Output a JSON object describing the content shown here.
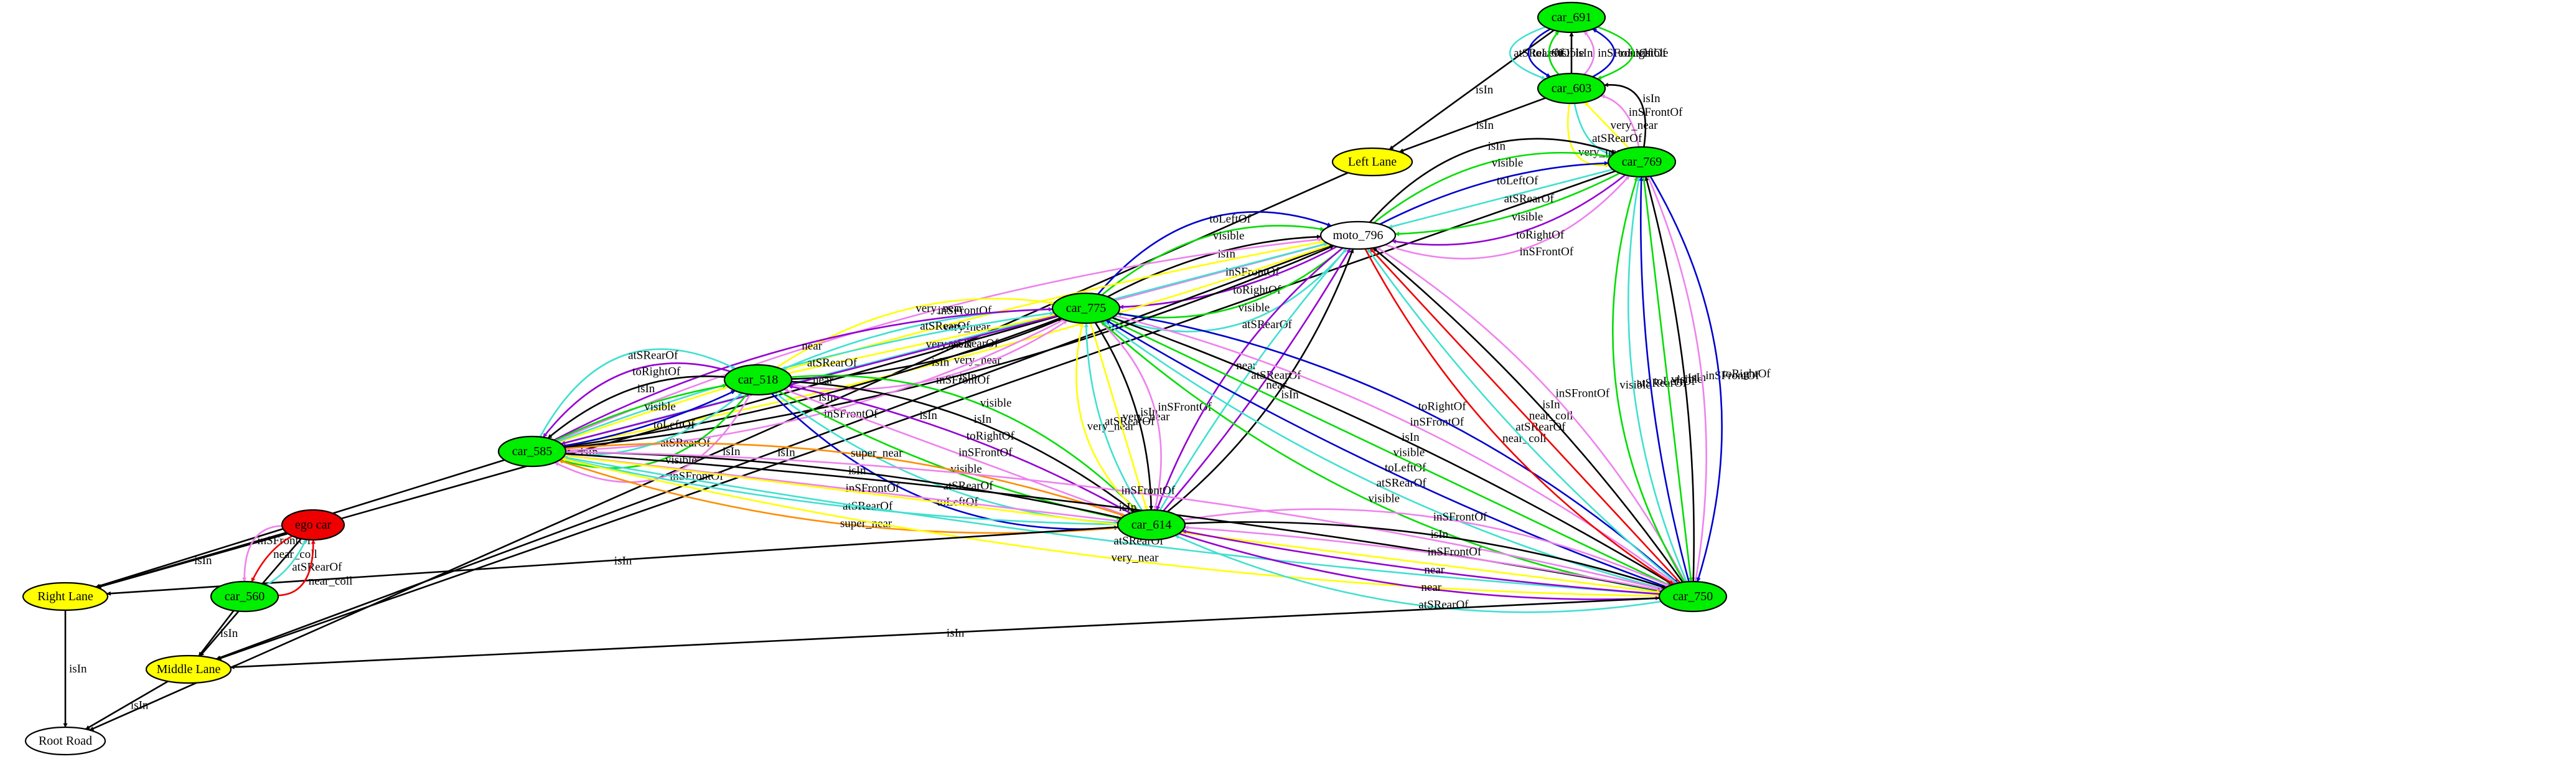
{
  "graph": {
    "nodes": [
      {
        "id": "car_691",
        "label": "car_691",
        "fill": "#00ee00"
      },
      {
        "id": "car_603",
        "label": "car_603",
        "fill": "#00ee00"
      },
      {
        "id": "left_lane",
        "label": "Left Lane",
        "fill": "#ffff00"
      },
      {
        "id": "car_769",
        "label": "car_769",
        "fill": "#00ee00"
      },
      {
        "id": "moto_796",
        "label": "moto_796",
        "fill": "#ffffff"
      },
      {
        "id": "car_775",
        "label": "car_775",
        "fill": "#00ee00"
      },
      {
        "id": "car_518",
        "label": "car_518",
        "fill": "#00ee00"
      },
      {
        "id": "car_585",
        "label": "car_585",
        "fill": "#00ee00"
      },
      {
        "id": "ego_car",
        "label": "ego car",
        "fill": "#ee0000"
      },
      {
        "id": "car_614",
        "label": "car_614",
        "fill": "#00ee00"
      },
      {
        "id": "car_750",
        "label": "car_750",
        "fill": "#00ee00"
      },
      {
        "id": "right_lane",
        "label": "Right Lane",
        "fill": "#ffff00"
      },
      {
        "id": "car_560",
        "label": "car_560",
        "fill": "#00ee00"
      },
      {
        "id": "middle_lane",
        "label": "Middle Lane",
        "fill": "#ffff00"
      },
      {
        "id": "root_road",
        "label": "Root Road",
        "fill": "#ffffff"
      }
    ],
    "edges": [
      {
        "from": "car_691",
        "to": "left_lane",
        "label": "isIn",
        "color": "#000000"
      },
      {
        "from": "car_691",
        "to": "car_603",
        "label": "atSRearOf",
        "color": "#40e0d0"
      },
      {
        "from": "car_691",
        "to": "car_603",
        "label": "toLeftOf",
        "color": "#0000cd"
      },
      {
        "from": "car_603",
        "to": "car_691",
        "label": "visible",
        "color": "#00dd00"
      },
      {
        "from": "car_603",
        "to": "car_691",
        "label": "isIn",
        "color": "#000000"
      },
      {
        "from": "car_603",
        "to": "car_691",
        "label": "inSFrontOf",
        "color": "#ee82ee"
      },
      {
        "from": "car_603",
        "to": "car_691",
        "label": "toRightOf",
        "color": "#0000cd"
      },
      {
        "from": "car_691",
        "to": "car_603",
        "label": "visible",
        "color": "#00dd00"
      },
      {
        "from": "car_603",
        "to": "left_lane",
        "label": "isIn",
        "color": "#000000"
      },
      {
        "from": "car_769",
        "to": "car_603",
        "label": "isIn",
        "color": "#000000"
      },
      {
        "from": "car_769",
        "to": "car_603",
        "label": "inSFrontOf",
        "color": "#ee82ee"
      },
      {
        "from": "car_769",
        "to": "car_603",
        "label": "very_near",
        "color": "#ffff00"
      },
      {
        "from": "car_603",
        "to": "car_769",
        "label": "atSRearOf",
        "color": "#40e0d0"
      },
      {
        "from": "car_603",
        "to": "car_769",
        "label": "very_near",
        "color": "#ffff00"
      },
      {
        "from": "left_lane",
        "to": "root_road",
        "label": "isIn",
        "color": "#000000"
      },
      {
        "from": "car_769",
        "to": "middle_lane",
        "label": "isIn",
        "color": "#000000"
      },
      {
        "from": "moto_796",
        "to": "car_769",
        "label": "inSFrontOf",
        "color": "#ee82ee"
      },
      {
        "from": "car_769",
        "to": "moto_796",
        "label": "toRightOf",
        "color": "#9400d3"
      },
      {
        "from": "car_769",
        "to": "moto_796",
        "label": "visible",
        "color": "#00dd00"
      },
      {
        "from": "car_769",
        "to": "moto_796",
        "label": "atSRearOf",
        "color": "#40e0d0"
      },
      {
        "from": "moto_796",
        "to": "car_769",
        "label": "toLeftOf",
        "color": "#0000cd"
      },
      {
        "from": "moto_796",
        "to": "car_769",
        "label": "visible",
        "color": "#00dd00"
      },
      {
        "from": "moto_796",
        "to": "car_769",
        "label": "isIn",
        "color": "#000000"
      },
      {
        "from": "car_775",
        "to": "moto_796",
        "label": "toLeftOf",
        "color": "#0000cd"
      },
      {
        "from": "car_775",
        "to": "moto_796",
        "label": "visible",
        "color": "#00dd00"
      },
      {
        "from": "car_775",
        "to": "moto_796",
        "label": "isIn",
        "color": "#000000"
      },
      {
        "from": "car_775",
        "to": "moto_796",
        "label": "inSFrontOf",
        "color": "#ee82ee"
      },
      {
        "from": "moto_796",
        "to": "car_775",
        "label": "toRightOf",
        "color": "#9400d3"
      },
      {
        "from": "moto_796",
        "to": "car_775",
        "label": "visible",
        "color": "#00dd00"
      },
      {
        "from": "moto_796",
        "to": "car_775",
        "label": "atSRearOf",
        "color": "#40e0d0"
      },
      {
        "from": "moto_796",
        "to": "middle_lane",
        "label": "isIn",
        "color": "#000000"
      },
      {
        "from": "car_585",
        "to": "moto_796",
        "label": "inSFrontOf",
        "color": "#ee82ee"
      },
      {
        "from": "car_585",
        "to": "moto_796",
        "label": "very_near",
        "color": "#ffff00"
      },
      {
        "from": "car_585",
        "to": "moto_796",
        "label": "atSRearOf",
        "color": "#40e0d0"
      },
      {
        "from": "moto_796",
        "to": "car_585",
        "label": "very_near",
        "color": "#ffff00"
      },
      {
        "from": "car_585",
        "to": "moto_796",
        "label": "isIn",
        "color": "#000000"
      },
      {
        "from": "car_775",
        "to": "right_lane",
        "label": "isIn",
        "color": "#000000"
      },
      {
        "from": "car_518",
        "to": "car_775",
        "label": "very_near",
        "color": "#ffff00"
      },
      {
        "from": "car_775",
        "to": "car_518",
        "label": "atSRearOf",
        "color": "#40e0d0"
      },
      {
        "from": "car_518",
        "to": "car_775",
        "label": "very_near",
        "color": "#ffff00"
      },
      {
        "from": "car_518",
        "to": "car_775",
        "label": "isIn",
        "color": "#000000"
      },
      {
        "from": "car_518",
        "to": "car_775",
        "label": "inSFrontOf",
        "color": "#ee82ee"
      },
      {
        "from": "car_585",
        "to": "car_775",
        "label": "near",
        "color": "#9400d3"
      },
      {
        "from": "car_585",
        "to": "car_775",
        "label": "atSRearOf",
        "color": "#40e0d0"
      },
      {
        "from": "car_775",
        "to": "car_585",
        "label": "near",
        "color": "#9400d3"
      },
      {
        "from": "car_775",
        "to": "car_585",
        "label": "isIn",
        "color": "#000000"
      },
      {
        "from": "car_775",
        "to": "car_585",
        "label": "inSFrontOf",
        "color": "#ee82ee"
      },
      {
        "from": "car_518",
        "to": "car_585",
        "label": "inSFrontOf",
        "color": "#ee82ee"
      },
      {
        "from": "car_518",
        "to": "car_585",
        "label": "visible",
        "color": "#00dd00"
      },
      {
        "from": "car_585",
        "to": "car_518",
        "label": "atSRearOf",
        "color": "#40e0d0"
      },
      {
        "from": "car_585",
        "to": "car_518",
        "label": "toLeftOf",
        "color": "#0000cd"
      },
      {
        "from": "car_585",
        "to": "car_518",
        "label": "visible",
        "color": "#00dd00"
      },
      {
        "from": "car_518",
        "to": "car_585",
        "label": "isIn",
        "color": "#000000"
      },
      {
        "from": "car_518",
        "to": "car_585",
        "label": "toRightOf",
        "color": "#9400d3"
      },
      {
        "from": "car_585",
        "to": "car_518",
        "label": "atSRearOf",
        "color": "#40e0d0"
      },
      {
        "from": "car_518",
        "to": "car_614",
        "label": "visible",
        "color": "#00dd00"
      },
      {
        "from": "car_518",
        "to": "car_614",
        "label": "isIn",
        "color": "#000000"
      },
      {
        "from": "car_614",
        "to": "car_518",
        "label": "toRightOf",
        "color": "#9400d3"
      },
      {
        "from": "car_614",
        "to": "car_518",
        "label": "inSFrontOf",
        "color": "#ee82ee"
      },
      {
        "from": "car_518",
        "to": "car_614",
        "label": "visible",
        "color": "#00dd00"
      },
      {
        "from": "car_518",
        "to": "car_614",
        "label": "atSRearOf",
        "color": "#40e0d0"
      },
      {
        "from": "car_518",
        "to": "car_614",
        "label": "toLeftOf",
        "color": "#0000cd"
      },
      {
        "from": "car_614",
        "to": "car_775",
        "label": "very_near",
        "color": "#ffff00"
      },
      {
        "from": "car_614",
        "to": "car_775",
        "label": "atSRearOf",
        "color": "#40e0d0"
      },
      {
        "from": "car_775",
        "to": "car_614",
        "label": "very_near",
        "color": "#ffff00"
      },
      {
        "from": "car_775",
        "to": "car_614",
        "label": "isIn",
        "color": "#000000"
      },
      {
        "from": "car_775",
        "to": "car_614",
        "label": "inSFrontOf",
        "color": "#ee82ee"
      },
      {
        "from": "moto_796",
        "to": "car_614",
        "label": "near",
        "color": "#9400d3"
      },
      {
        "from": "car_614",
        "to": "moto_796",
        "label": "atSRearOf",
        "color": "#40e0d0"
      },
      {
        "from": "car_614",
        "to": "moto_796",
        "label": "near",
        "color": "#9400d3"
      },
      {
        "from": "car_614",
        "to": "moto_796",
        "label": "isIn",
        "color": "#000000"
      },
      {
        "from": "car_750",
        "to": "car_775",
        "label": "visible",
        "color": "#00dd00"
      },
      {
        "from": "car_750",
        "to": "car_775",
        "label": "atSRearOf",
        "color": "#40e0d0"
      },
      {
        "from": "car_750",
        "to": "car_775",
        "label": "toLeftOf",
        "color": "#0000cd"
      },
      {
        "from": "car_775",
        "to": "car_750",
        "label": "visible",
        "color": "#00dd00"
      },
      {
        "from": "car_775",
        "to": "car_750",
        "label": "isIn",
        "color": "#000000"
      },
      {
        "from": "car_775",
        "to": "car_750",
        "label": "inSFrontOf",
        "color": "#ee82ee"
      },
      {
        "from": "car_775",
        "to": "car_750",
        "label": "toRightOf",
        "color": "#0000cd"
      },
      {
        "from": "car_614",
        "to": "car_750",
        "label": "inSFrontOf",
        "color": "#ee82ee"
      },
      {
        "from": "moto_796",
        "to": "car_750",
        "label": "near_coll",
        "color": "#ee0000"
      },
      {
        "from": "car_750",
        "to": "moto_796",
        "label": "atSRearOf",
        "color": "#40e0d0"
      },
      {
        "from": "car_750",
        "to": "moto_796",
        "label": "near_coll",
        "color": "#ee0000"
      },
      {
        "from": "car_750",
        "to": "moto_796",
        "label": "isIn",
        "color": "#000000"
      },
      {
        "from": "car_750",
        "to": "moto_796",
        "label": "inSFrontOf",
        "color": "#ee82ee"
      },
      {
        "from": "car_750",
        "to": "car_769",
        "label": "visible",
        "color": "#00dd00"
      },
      {
        "from": "car_750",
        "to": "car_769",
        "label": "atSRearOf",
        "color": "#40e0d0"
      },
      {
        "from": "car_750",
        "to": "car_769",
        "label": "toLeftOf",
        "color": "#0000cd"
      },
      {
        "from": "car_769",
        "to": "car_750",
        "label": "visible",
        "color": "#00dd00"
      },
      {
        "from": "car_750",
        "to": "car_769",
        "label": "isIn",
        "color": "#000000"
      },
      {
        "from": "car_769",
        "to": "car_750",
        "label": "inSFrontOf",
        "color": "#ee82ee"
      },
      {
        "from": "car_769",
        "to": "car_750",
        "label": "toRightOf",
        "color": "#0000cd"
      },
      {
        "from": "car_585",
        "to": "car_614",
        "label": "super_near",
        "color": "#ff8c00"
      },
      {
        "from": "car_614",
        "to": "car_585",
        "label": "isIn",
        "color": "#000000"
      },
      {
        "from": "car_614",
        "to": "car_585",
        "label": "inSFrontOf",
        "color": "#ee82ee"
      },
      {
        "from": "car_585",
        "to": "car_614",
        "label": "atSRearOf",
        "color": "#40e0d0"
      },
      {
        "from": "car_614",
        "to": "car_585",
        "label": "super_near",
        "color": "#ff8c00"
      },
      {
        "from": "car_585",
        "to": "right_lane",
        "label": "isIn",
        "color": "#000000"
      },
      {
        "from": "car_585",
        "to": "car_750",
        "label": "inSFrontOf",
        "color": "#ee82ee"
      },
      {
        "from": "car_585",
        "to": "car_750",
        "label": "isIn",
        "color": "#000000"
      },
      {
        "from": "car_585",
        "to": "car_750",
        "label": "very_near",
        "color": "#ffff00"
      },
      {
        "from": "car_750",
        "to": "car_585",
        "label": "atSRearOf",
        "color": "#40e0d0"
      },
      {
        "from": "car_750",
        "to": "car_585",
        "label": "very_near",
        "color": "#ffff00"
      },
      {
        "from": "car_614",
        "to": "right_lane",
        "label": "isIn",
        "color": "#000000"
      },
      {
        "from": "car_614",
        "to": "car_750",
        "label": "isIn",
        "color": "#000000"
      },
      {
        "from": "car_750",
        "to": "car_614",
        "label": "inSFrontOf",
        "color": "#ee82ee"
      },
      {
        "from": "car_750",
        "to": "car_614",
        "label": "near",
        "color": "#9400d3"
      },
      {
        "from": "car_614",
        "to": "car_750",
        "label": "near",
        "color": "#9400d3"
      },
      {
        "from": "car_750",
        "to": "car_614",
        "label": "atSRearOf",
        "color": "#40e0d0"
      },
      {
        "from": "ego_car",
        "to": "right_lane",
        "label": "isIn",
        "color": "#000000"
      },
      {
        "from": "ego_car",
        "to": "car_560",
        "label": "inSFrontOf",
        "color": "#ee82ee"
      },
      {
        "from": "ego_car",
        "to": "car_560",
        "label": "near_coll",
        "color": "#ee0000"
      },
      {
        "from": "car_560",
        "to": "ego_car",
        "label": "atSRearOf",
        "color": "#40e0d0"
      },
      {
        "from": "car_560",
        "to": "ego_car",
        "label": "near_coll",
        "color": "#ee0000"
      },
      {
        "from": "ego_car",
        "to": "middle_lane",
        "label": "isIn",
        "color": "#000000"
      },
      {
        "from": "car_560",
        "to": "middle_lane",
        "label": "isIn",
        "color": "#000000"
      },
      {
        "from": "car_750",
        "to": "middle_lane",
        "label": "isIn",
        "color": "#000000"
      },
      {
        "from": "right_lane",
        "to": "root_road",
        "label": "isIn",
        "color": "#000000"
      },
      {
        "from": "middle_lane",
        "to": "root_road",
        "label": "isIn",
        "color": "#000000"
      }
    ]
  }
}
